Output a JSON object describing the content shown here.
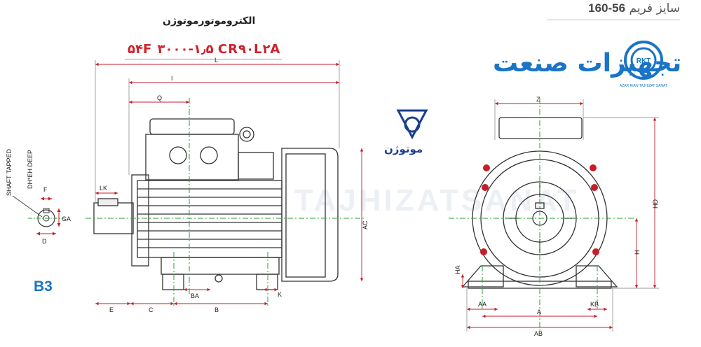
{
  "header": {
    "frame_label_text": "سایز فریم",
    "frame_range": "56-160",
    "motor_title": "الکتروموتورموتوژن",
    "model_code": "۵۴F ۳۰۰۰-۱٫۵ CR۹۰L۲A"
  },
  "brand": {
    "company_name": "تجهیزات صنعت",
    "company_tagline": "AZAR RIAN TAJHIZAT SANAT",
    "company_logo_text": "RKT",
    "motogen_name": "موتوژن",
    "watermark": "TAJHIZATSANAT"
  },
  "mount_type": "B3",
  "side_labels": {
    "shaft_tapped": "SHAFT TAPPED",
    "dh_eh_deep": "DH*EH DEEP"
  },
  "dimensions": {
    "L": "L",
    "I": "I",
    "Q": "Q",
    "LK": "LK",
    "AC": "AC",
    "E": "E",
    "C": "C",
    "BA": "BA",
    "B": "B",
    "K": "K",
    "F": "F",
    "GA": "GA",
    "D": "D",
    "Z": "Z",
    "HD": "HD",
    "H": "H",
    "HA": "HA",
    "AA": "AA",
    "A": "A",
    "KB": "KB",
    "AB": "AB"
  },
  "colors": {
    "accent_red": "#d0202a",
    "brand_blue": "#1a74c7",
    "dim_red": "#c41e2a",
    "centerline_green": "#2a9d3a",
    "line": "#333333"
  }
}
